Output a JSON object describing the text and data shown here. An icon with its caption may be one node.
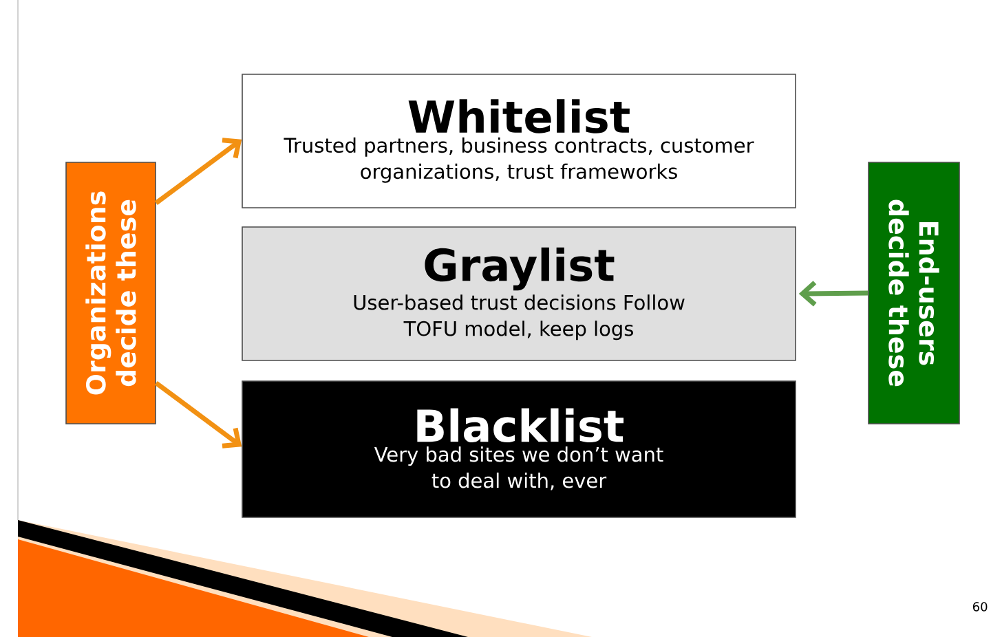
{
  "diagram": {
    "nodes": [
      {
        "text": [
          "Whitelist",
          "Trusted partners, business contracts, customer organizations, trust frameworks"
        ]
      },
      {
        "text": [
          "Graylist",
          "User-based trust decisions Follow TOFU model, keep logs"
        ]
      },
      {
        "text": [
          "Blacklist",
          "Very bad sites we don’t want to deal with, ever"
        ]
      },
      {
        "text": [
          "Organizations decide these"
        ]
      },
      {
        "text": [
          "End-users decide these"
        ]
      }
    ],
    "edges": [
      {
        "from": 3,
        "to": 0,
        "arrow": "to"
      },
      {
        "from": 3,
        "to": 2,
        "arrow": "to"
      },
      {
        "from": 4,
        "to": 1,
        "arrow": "to",
        "color": "#5f9e4c"
      }
    ],
    "labels": [
      "60"
    ]
  }
}
